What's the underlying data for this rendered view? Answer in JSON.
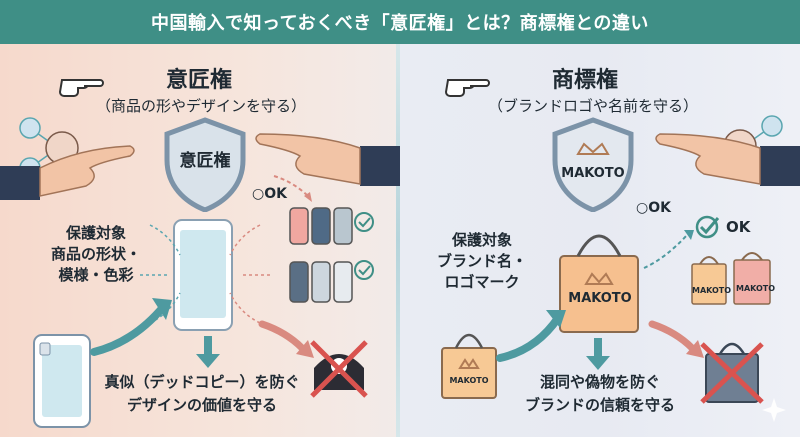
{
  "header": {
    "title": "中国輸入で知っておくべき「意匠権」とは？商標権との違い"
  },
  "left": {
    "title": "意匠権",
    "subtitle": "（商品の形やデザインを守る）",
    "shield_text": "意匠権",
    "target_label_1": "保護対象",
    "target_label_2": "商品の形状・",
    "target_label_3": "模様・色彩",
    "ok_label": "○OK",
    "bottom_line_1": "真似（デッドコピー）を防ぐ",
    "bottom_line_2": "デザインの価値を守る"
  },
  "right": {
    "title": "商標権",
    "subtitle": "（ブランドロゴや名前を守る）",
    "shield_text": "MAKOTO",
    "target_label_1": "保護対象",
    "target_label_2": "ブランド名・",
    "target_label_3": "ロゴマーク",
    "ok_label_1": "○OK",
    "ok_label_2": "OK",
    "bag_text": "MAKOTO",
    "small_bag_text": "MAKOTO",
    "bottom_line_1": "混同や偽物を防ぐ",
    "bottom_line_2": "ブランドの信頼を守る"
  },
  "colors": {
    "header": "#3f8f86",
    "arrow": "#4e9aa0",
    "red_arrow": "#d98a80",
    "shield": "#7c93a8"
  }
}
